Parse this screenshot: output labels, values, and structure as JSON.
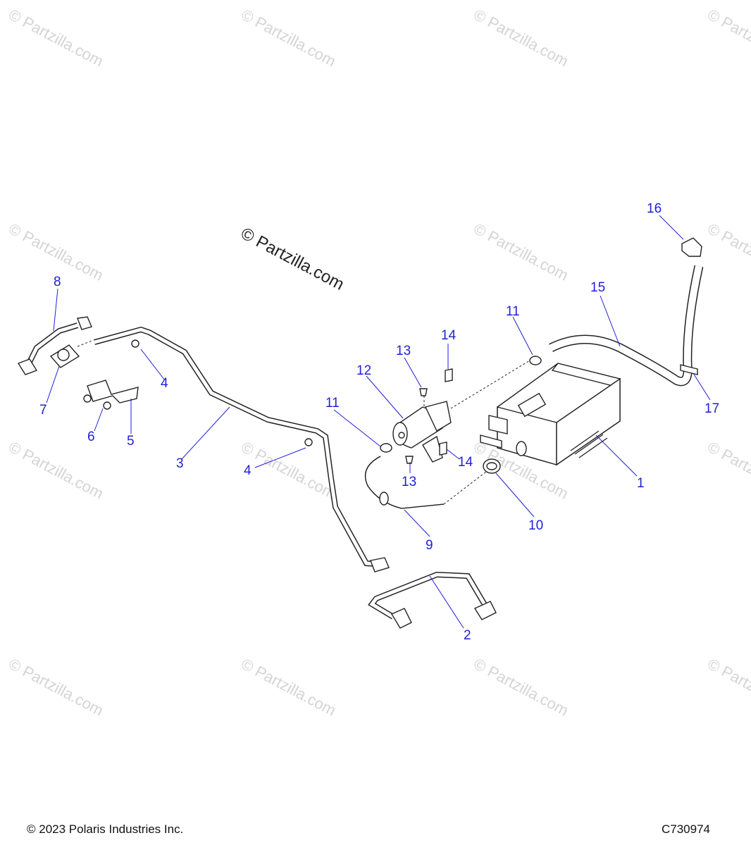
{
  "watermark": "© Partzilla.com",
  "center_watermark": "© Partzilla.com",
  "callouts": [
    "1",
    "2",
    "3",
    "4",
    "4",
    "5",
    "6",
    "7",
    "8",
    "9",
    "10",
    "11",
    "11",
    "12",
    "13",
    "13",
    "14",
    "14",
    "15",
    "16",
    "17"
  ],
  "footer": {
    "copyright": "© 2023 Polaris Industries Inc.",
    "diagram_id": "C730974"
  },
  "colors": {
    "callout": "#1f1fd6",
    "line_art": "#222222",
    "watermark": "#d4d4d4"
  }
}
